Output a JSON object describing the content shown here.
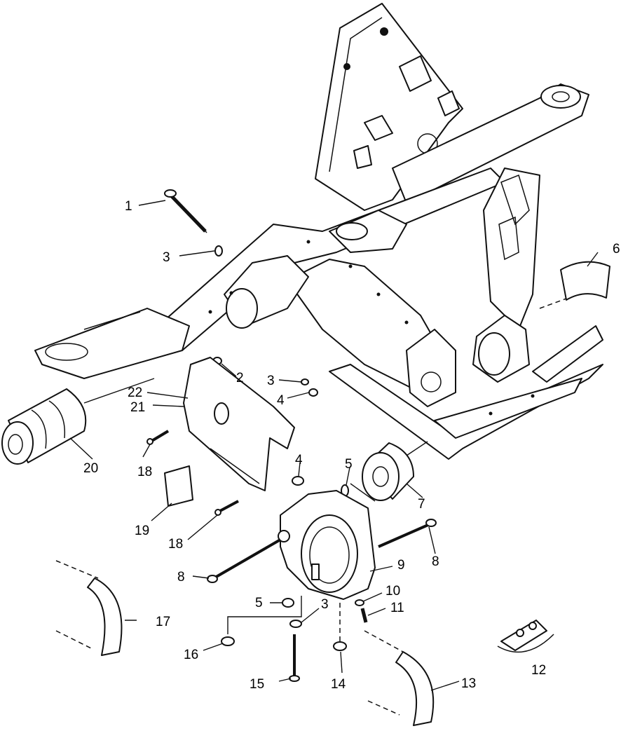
{
  "diagram": {
    "callouts": [
      {
        "id": "c1",
        "text": "1"
      },
      {
        "id": "c2",
        "text": "2"
      },
      {
        "id": "c3a",
        "text": "3"
      },
      {
        "id": "c3b",
        "text": "3"
      },
      {
        "id": "c3c",
        "text": "3"
      },
      {
        "id": "c4a",
        "text": "4"
      },
      {
        "id": "c4b",
        "text": "4"
      },
      {
        "id": "c5a",
        "text": "5"
      },
      {
        "id": "c5b",
        "text": "5"
      },
      {
        "id": "c6",
        "text": "6"
      },
      {
        "id": "c7",
        "text": "7"
      },
      {
        "id": "c8a",
        "text": "8"
      },
      {
        "id": "c8b",
        "text": "8"
      },
      {
        "id": "c9",
        "text": "9"
      },
      {
        "id": "c10",
        "text": "10"
      },
      {
        "id": "c11",
        "text": "11"
      },
      {
        "id": "c12",
        "text": "12"
      },
      {
        "id": "c13",
        "text": "13"
      },
      {
        "id": "c14",
        "text": "14"
      },
      {
        "id": "c15",
        "text": "15"
      },
      {
        "id": "c16",
        "text": "16"
      },
      {
        "id": "c17",
        "text": "17"
      },
      {
        "id": "c18a",
        "text": "18"
      },
      {
        "id": "c18b",
        "text": "18"
      },
      {
        "id": "c19",
        "text": "19"
      },
      {
        "id": "c20",
        "text": "20"
      },
      {
        "id": "c21",
        "text": "21"
      },
      {
        "id": "c22",
        "text": "22"
      }
    ]
  }
}
